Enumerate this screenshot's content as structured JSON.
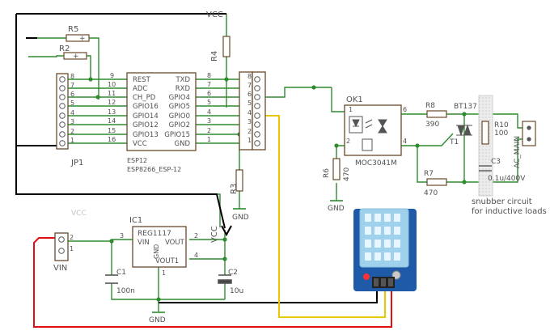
{
  "vcc_top": "VCC",
  "vcc_mid": "VCC",
  "vcc_reg_faded": "VCC",
  "r5": "R5",
  "r2": "R2",
  "r4": "R4",
  "r3": "R3",
  "jp1": "JP1",
  "jp1_pins": [
    "8",
    "7",
    "6",
    "5",
    "4",
    "3",
    "2",
    "1"
  ],
  "net_nums": [
    "9",
    "10",
    "11",
    "12",
    "13",
    "14",
    "15",
    "16"
  ],
  "right_nums": [
    "8",
    "7",
    "6",
    "5",
    "4",
    "3",
    "2",
    "1"
  ],
  "esp": {
    "left_pins": [
      "REST",
      "ADC",
      "CH_PD",
      "GPIO16",
      "GPIO14",
      "GPIO12",
      "GPIO13",
      "VCC"
    ],
    "right_pins": [
      "TXD",
      "RXD",
      "GPIO4",
      "GPIO5",
      "GPIO0",
      "GPIO2",
      "GPIO15",
      "GND"
    ],
    "name": "ESP12",
    "value": "ESP8266_ESP-12"
  },
  "gnd_labels": [
    "GND",
    "GND",
    "GND"
  ],
  "ok1": "OK1",
  "moc": "MOC3041M",
  "ok_pin_nums": [
    "1",
    "2",
    "6",
    "4"
  ],
  "r6": "R6",
  "r6_val": "470",
  "r8": "R8",
  "r8_val": "390",
  "r7": "R7",
  "r7_val": "470",
  "bt": "BT137",
  "t1": "T1",
  "r10": "R10",
  "r10_val": "100",
  "c3": "C3",
  "c3_val": "0.1u/400V",
  "ac_main": "AC_MAIN",
  "snubber": [
    "snubber circuit",
    "for inductive loads"
  ],
  "ic1": "IC1",
  "reg": {
    "name": "REG1117",
    "vin": "VIN",
    "vout": "VOUT",
    "vout1": "VOUT1",
    "gnd": "GND"
  },
  "reg_pin_nums": [
    "3",
    "2",
    "4",
    "1"
  ],
  "vin_conn": "VIN",
  "vin_pins": [
    "2",
    "1"
  ],
  "c1": "C1",
  "c1_val": "100n",
  "c2": "C2",
  "c2_val": "10u"
}
